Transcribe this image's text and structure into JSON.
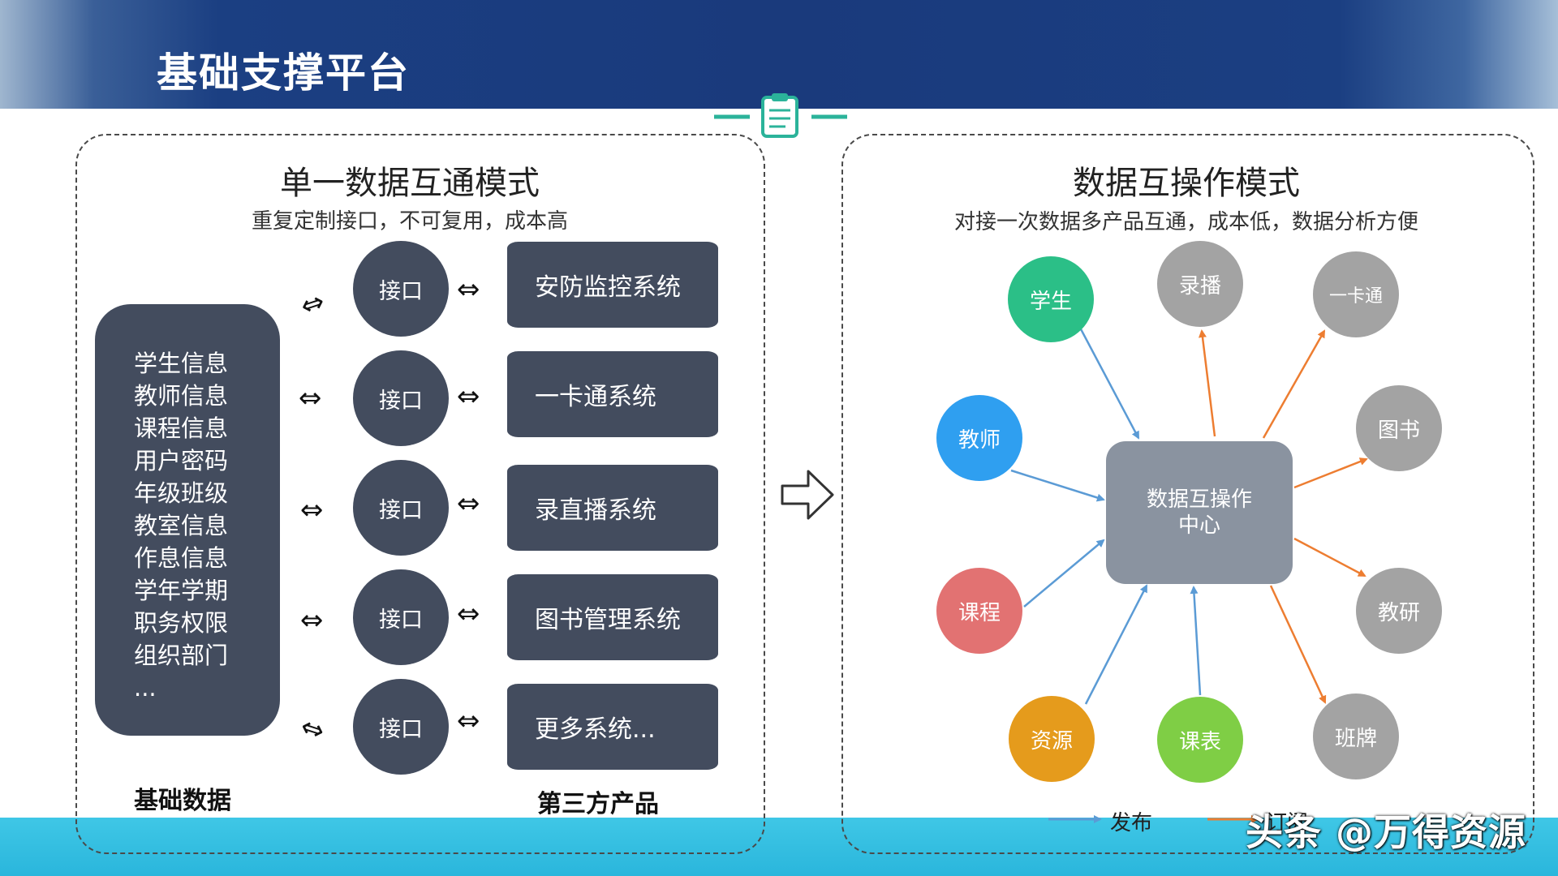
{
  "page": {
    "title": "基础支撑平台"
  },
  "left": {
    "title": "单一数据互通模式",
    "subtitle": "重复定制接口，不可复用，成本高",
    "basic_items": [
      "学生信息",
      "教师信息",
      "课程信息",
      "用户密码",
      "年级班级",
      "教室信息",
      "作息信息",
      "学年学期",
      "职务权限",
      "组织部门",
      "..."
    ],
    "basic_label": "基础数据",
    "interface_label": "接口",
    "systems": [
      "安防监控系统",
      "一卡通系统",
      "录直播系统",
      "图书管理系统",
      "更多系统..."
    ],
    "systems_label": "第三方产品"
  },
  "right": {
    "title": "数据互操作模式",
    "subtitle": "对接一次数据多产品互通，成本低，数据分析方便",
    "center": "数据互操作中心",
    "nodes": [
      {
        "label": "学生",
        "color": "#2bbf87",
        "dir": "publish"
      },
      {
        "label": "录播",
        "color": "#a3a3a3",
        "dir": "subscribe"
      },
      {
        "label": "一卡通",
        "color": "#a3a3a3",
        "dir": "subscribe"
      },
      {
        "label": "教师",
        "color": "#2f9ff0",
        "dir": "publish"
      },
      {
        "label": "图书",
        "color": "#a3a3a3",
        "dir": "subscribe"
      },
      {
        "label": "课程",
        "color": "#e27272",
        "dir": "publish"
      },
      {
        "label": "教研",
        "color": "#a3a3a3",
        "dir": "subscribe"
      },
      {
        "label": "资源",
        "color": "#e59b1c",
        "dir": "publish"
      },
      {
        "label": "课表",
        "color": "#7fce45",
        "dir": "publish"
      },
      {
        "label": "班牌",
        "color": "#a3a3a3",
        "dir": "subscribe"
      }
    ],
    "legend": {
      "publish": "发布",
      "subscribe": "订阅",
      "publish_color": "#5b9bd5",
      "subscribe_color": "#ed7d31"
    }
  },
  "watermark": "头条 @万得资源"
}
